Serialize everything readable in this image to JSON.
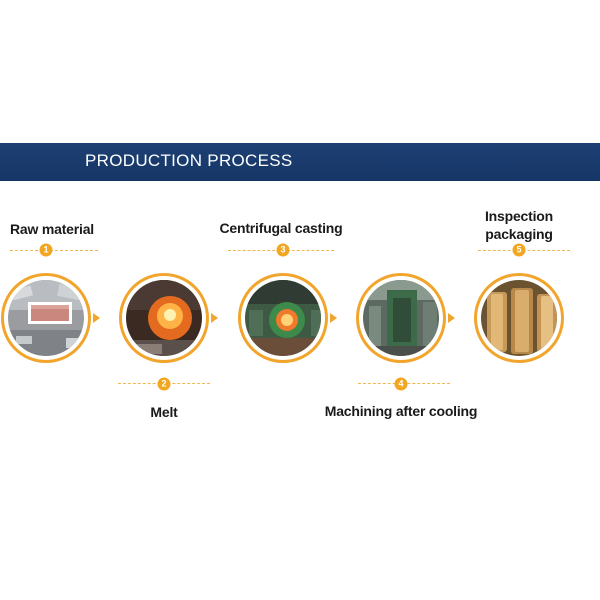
{
  "banner": {
    "title": "PRODUCTION PROCESS"
  },
  "steps": [
    {
      "number": "1",
      "label": "Raw material",
      "photo": "raw-material-photo"
    },
    {
      "number": "2",
      "label": "Melt",
      "photo": "melt-photo"
    },
    {
      "number": "3",
      "label": "Centrifugal casting",
      "photo": "centrifugal-casting-photo"
    },
    {
      "number": "4",
      "label": "Machining after cooling",
      "photo": "machining-photo"
    },
    {
      "number": "5",
      "label": "Inspection packaging",
      "line1": "Inspection",
      "line2": "packaging",
      "photo": "inspection-packaging-photo"
    }
  ],
  "colors": {
    "banner": "#1d3f73",
    "accent": "#f2a52c"
  }
}
